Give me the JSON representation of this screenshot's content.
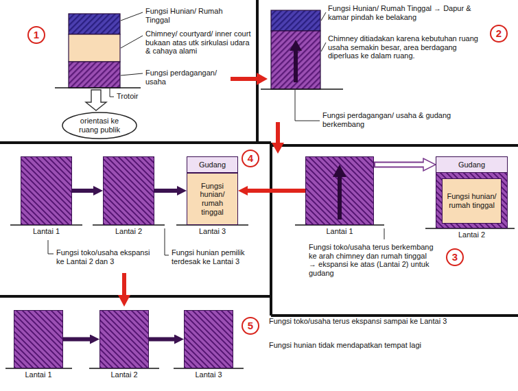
{
  "diagram": {
    "nodes": [
      {
        "text": [
          "orientasi ke ruang publik"
        ]
      },
      {
        "text": [
          "Lantai 1"
        ]
      },
      {
        "text": [
          "Lantai 2"
        ]
      },
      {
        "text": [
          "Lantai 3"
        ]
      },
      {
        "text": [
          "Gudang"
        ],
        "in": 3
      },
      {
        "text": [
          "Fungsi hunian/ rumah tinggal"
        ],
        "in": 3
      },
      {
        "text": [
          "Lantai 1"
        ]
      },
      {
        "text": [
          "Lantai 2"
        ]
      },
      {
        "text": [
          "Gudang"
        ],
        "in": 7
      },
      {
        "text": [
          "Fungsi hunian/ rumah tinggal"
        ],
        "in": 7
      },
      {
        "text": [
          "Lantai 1"
        ]
      },
      {
        "text": [
          "Lantai 2"
        ]
      },
      {
        "text": [
          "Lantai 3"
        ]
      }
    ],
    "edges": [
      {
        "from": 1,
        "to": 2,
        "arrow": "to"
      },
      {
        "from": 2,
        "to": 3,
        "arrow": "to"
      },
      {
        "from": 6,
        "to": 3,
        "arrow": "to"
      },
      {
        "from": 6,
        "to": 8,
        "arrow": "to"
      },
      {
        "from": 10,
        "to": 11,
        "arrow": "to"
      },
      {
        "from": 11,
        "to": 12,
        "arrow": "to"
      }
    ],
    "labels": [
      "1",
      "Fungsi Hunian/ Rumah Tinggal",
      "Chimney/ courtyard/ inner court bukaan atas utk sirkulasi udara & cahaya alami",
      "Fungsi perdagangan/ usaha",
      "Trotoir",
      "2",
      "Fungsi Hunian/ Rumah Tinggal → Dapur & kamar pindah ke belakang",
      "Chimney ditiadakan karena kebutuhan ruang usaha semakin besar, area berdagang diperluas ke dalam ruang.",
      "Fungsi perdagangan/ usaha & gudang berkembang",
      "4",
      "Fungsi toko/usaha ekspansi ke Lantai 2 dan 3",
      "Fungsi hunian pemilik terdesak ke Lantai 3",
      "3",
      "Fungsi toko/usaha terus berkembang ke arah chimney dan rumah tinggal → ekspansi ke atas (Lantai 2) untuk gudang",
      "5",
      "Fungsi toko/usaha terus ekspansi sampai ke Lantai 3",
      "Fungsi hunian tidak mendapatkan tempat lagi"
    ]
  }
}
